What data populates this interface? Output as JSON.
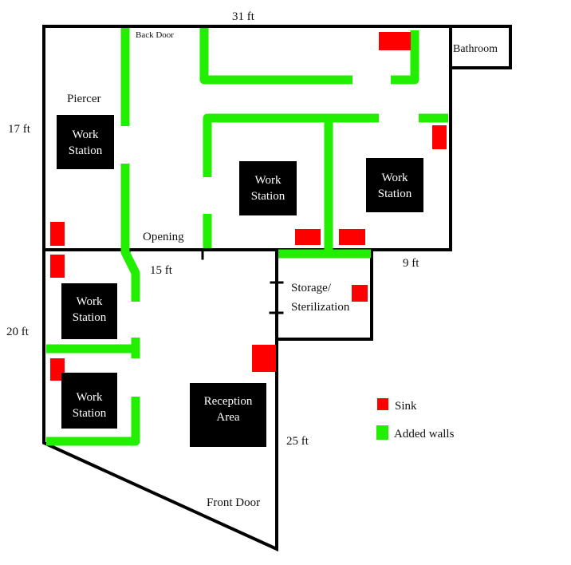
{
  "title": "Floor plan",
  "dimensions": {
    "top": "31 ft",
    "left_upper": "17 ft",
    "left_lower": "20 ft",
    "middle": "15 ft",
    "right_notch": "9 ft",
    "right_lower": "25 ft"
  },
  "rooms": {
    "bathroom": "Bathroom",
    "storage_line1": "Storage/",
    "storage_line2": "Sterilization"
  },
  "labels": {
    "back_door": "Back Door",
    "piercer": "Piercer",
    "opening": "Opening",
    "front_door": "Front Door"
  },
  "stations": [
    {
      "line1": "Work",
      "line2": "Station"
    },
    {
      "line1": "Work",
      "line2": "Station"
    },
    {
      "line1": "Work",
      "line2": "Station"
    },
    {
      "line1": "Work",
      "line2": "Station"
    },
    {
      "line1": "Work",
      "line2": "Station"
    }
  ],
  "reception": {
    "line1": "Reception",
    "line2": "Area"
  },
  "legend": [
    {
      "label": "Sink",
      "color": "#ff0000"
    },
    {
      "label": "Added walls",
      "color": "#22ee00"
    }
  ]
}
